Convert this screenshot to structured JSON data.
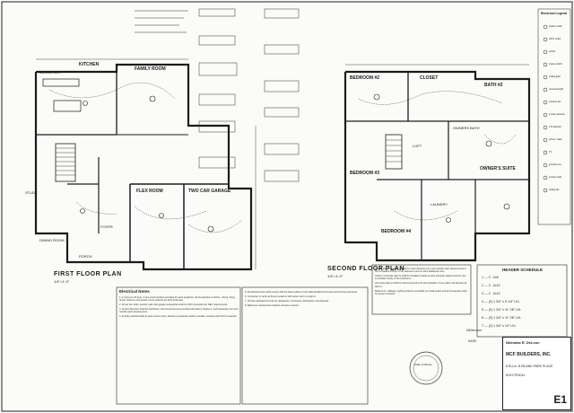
{
  "sheet": {
    "floor_plan_1": "FIRST FLOOR PLAN",
    "floor_plan_2": "SECOND FLOOR PLAN",
    "scale_1": "1/4\"=1'-0\"",
    "scale_2": "1/4\"=1'-0\""
  },
  "rooms_first": {
    "kitchen": "KITCHEN",
    "breakfast": "BREAKFAST",
    "family": "FAMILY ROOM",
    "study": "STUDY",
    "flex": "FLEX ROOM",
    "garage": "TWO CAR GARAGE",
    "dining": "DINING ROOM",
    "foyer": "FOYER",
    "porch": "PORCH"
  },
  "rooms_second": {
    "bedroom2": "BEDROOM #2",
    "closet": "CLOSET",
    "bath2": "BATH #2",
    "owners_bath": "OWNERS BATH",
    "owners_suite": "OWNER'S SUITE",
    "laundry": "LAUNDRY",
    "bedroom3": "BEDROOM #3",
    "bedroom4": "BEDROOM #4",
    "loft": "LOFT"
  },
  "electrical_notes": {
    "title": "Electrical Notes",
    "paragraphs": [
      "1. A minimum 15 amp, 2 wire circuit shall be provided for each appliance. All receptacles in kitchen, dining, living, family, bedroom and similar rooms shall be arc fault protected.",
      "2. All wet bar sinks, laundry, bath and garage receptacles shall be GFCI protected per NEC requirements.",
      "3. Smoke detectors shall be hardwired, interconnected and provided with battery backup in each sleeping room and outside each sleeping area.",
      "4. Provide switched light at each exterior door. Exterior receptacles shall be weather resistant and GFCI protected.",
      "5. All electrical work shall comply with the latest edition of the National Electrical Code and local amendments.",
      "6. Contractor to verify all fixture locations with owner prior to rough-in.",
      "7. Provide dedicated circuits for refrigerator, microwave, dishwasher and disposal.",
      "8. Bathroom exhaust fans shall be vented to exterior."
    ]
  },
  "notes_right": [
    "Smoke alarms shall be installed in each sleeping room and outside each sleeping area in the immediate vicinity of the bedrooms and on each additional story.",
    "Carbon monoxide alarms shall be installed outside of each separate sleeping area in the immediate vicinity of the bedrooms.",
    "All smoke alarms shall be interconnected such that actuation of one alarm will activate all alarms.",
    "Bathrooms, hallways, lighting shall be controlled by a wall switch and all receptacles shall be tamper resistant."
  ],
  "header_schedule": {
    "title": "HEADER SCHEDULE",
    "rows": [
      {
        "key": "1",
        "value": "2 - 2x8"
      },
      {
        "key": "2",
        "value": "2 - 2x10"
      },
      {
        "key": "3",
        "value": "2 - 2x12"
      },
      {
        "key": "4",
        "value": "(2) 1 3/4\" x 9 1/4\" LVL"
      },
      {
        "key": "5",
        "value": "(2) 1 3/4\" x 11 7/8\" LVL"
      },
      {
        "key": "6",
        "value": "(3) 1 3/4\" x 11 7/8\" LVL"
      },
      {
        "key": "7",
        "value": "(2) 1 3/4\" x 14\" LVL"
      }
    ]
  },
  "title_block": {
    "firm": "Nicholas R. DeLeon",
    "builder": "MCF BUILDERS, INC.",
    "project": "8 ELLA / 8 ISLAND PARK PLACE",
    "sheet_type": "ELECTRICAL",
    "sheet_no": "E1",
    "stamp": "State of Illinois",
    "date": "04/25",
    "signature": "NDeLeon"
  },
  "legend": {
    "title": "Electrical Legend",
    "items": [
      "duplex outlet",
      "GFCI outlet",
      "switch",
      "3-way switch",
      "ceiling light",
      "recessed light",
      "exhaust fan",
      "smoke detector",
      "CO detector",
      "phone / data",
      "TV",
      "junction box",
      "exterior light",
      "ceiling fan"
    ]
  },
  "colors": {
    "ink": "#1c1c1c",
    "paper": "#fbfbf9",
    "light_ink": "#555555"
  }
}
